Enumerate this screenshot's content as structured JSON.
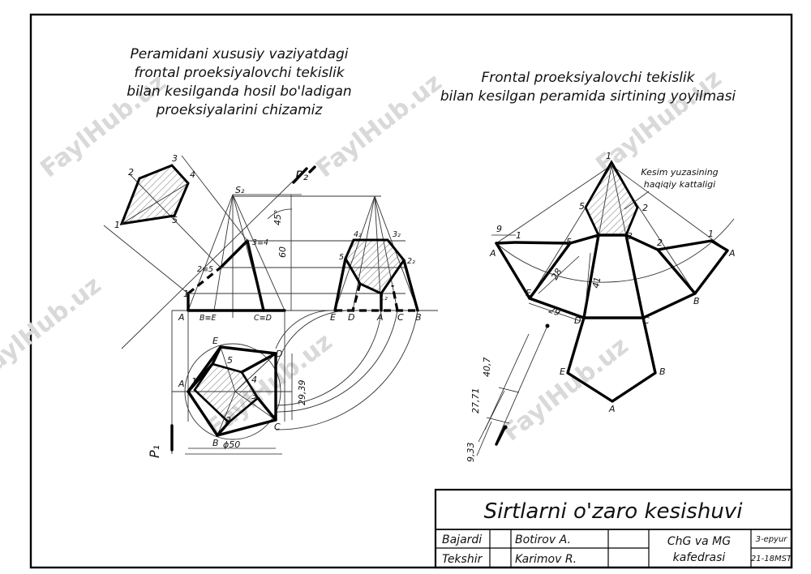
{
  "watermark": "FaylHub.uz",
  "left_title": [
    "Peramidani xususiy vaziyatdagi",
    "frontal proeksiyalovchi tekislik",
    "bilan kesilganda hosil bo'ladigan",
    "proeksiyalarini chizamiz"
  ],
  "right_title": [
    "Frontal proeksiyalovchi tekislik",
    "bilan kesilgan peramida sirtining yoyilmasi"
  ],
  "kesim_note": [
    "Kesim yuzasining",
    "haqiqiy kattaligi"
  ],
  "labels": {
    "S2": "S₂",
    "P2": "P₂",
    "P1": "P₁",
    "n1": "1",
    "n2": "2",
    "n3": "3",
    "n4": "4",
    "n5": "5",
    "A": "A",
    "B": "B",
    "C": "C",
    "D": "D",
    "E": "E",
    "BE": "B≡E",
    "CD": "C≡D",
    "p25": "2≡5",
    "p34": "3≡4",
    "one2": "1₂",
    "two2": "2₂",
    "three2": "3₂",
    "four2": "4₂",
    "five2": "5₂"
  },
  "dims": {
    "d60": "60",
    "d45": "45°",
    "d2939": "29,39",
    "phi50": "ϕ50",
    "d9": "9",
    "d28": "28",
    "d41": "41",
    "d29": "29",
    "d407": "40,7",
    "d2771": "27,71",
    "d933": "9,33"
  },
  "stamp": {
    "title": "Sirtlarni o'zaro kesishuvi",
    "row1_role": "Bajardi",
    "row1_name": "Botirov A.",
    "row2_role": "Tekshir",
    "row2_name": "Karimov R.",
    "dept_line1": "ChG va MG",
    "dept_line2": "kafedrasi",
    "sheet_no": "3-epyur",
    "group": "21-18MST"
  }
}
